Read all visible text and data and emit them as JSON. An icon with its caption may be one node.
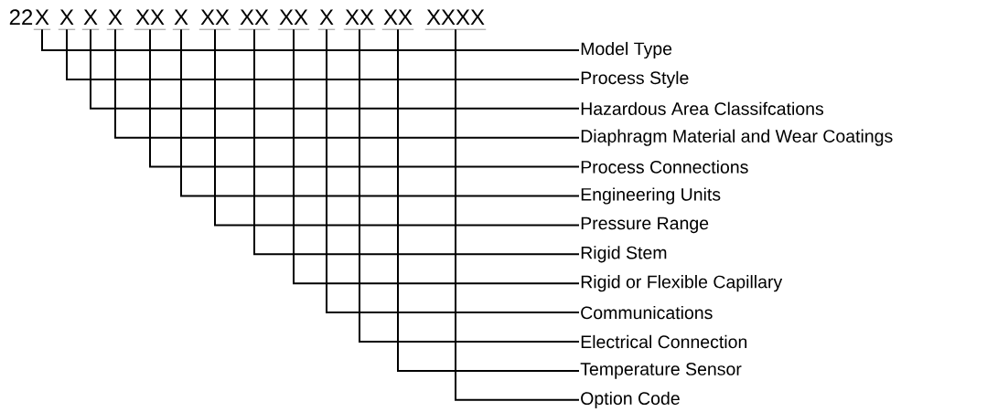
{
  "diagram": {
    "nodes": [
      {
        "text": [
          "X"
        ]
      },
      {
        "text": [
          "X"
        ]
      },
      {
        "text": [
          "X"
        ]
      },
      {
        "text": [
          "X"
        ]
      },
      {
        "text": [
          "XX"
        ]
      },
      {
        "text": [
          "X"
        ]
      },
      {
        "text": [
          "XX"
        ]
      },
      {
        "text": [
          "XX"
        ]
      },
      {
        "text": [
          "XX"
        ]
      },
      {
        "text": [
          "X"
        ]
      },
      {
        "text": [
          "XX"
        ]
      },
      {
        "text": [
          "XX"
        ]
      },
      {
        "text": [
          "XXXX"
        ]
      },
      {
        "text": [
          "Model Type"
        ]
      },
      {
        "text": [
          "Process Style"
        ]
      },
      {
        "text": [
          "Hazardous Area Classifcations"
        ]
      },
      {
        "text": [
          "Diaphragm Material and Wear Coatings"
        ]
      },
      {
        "text": [
          "Process Connections"
        ]
      },
      {
        "text": [
          "Engineering Units"
        ]
      },
      {
        "text": [
          "Pressure Range"
        ]
      },
      {
        "text": [
          "Rigid Stem"
        ]
      },
      {
        "text": [
          "Rigid or Flexible Capillary"
        ]
      },
      {
        "text": [
          "Communications"
        ]
      },
      {
        "text": [
          "Electrical Connection"
        ]
      },
      {
        "text": [
          "Temperature Sensor"
        ]
      },
      {
        "text": [
          "Option Code"
        ]
      }
    ],
    "edges": [
      {
        "from": 0,
        "to": 13,
        "arrow": "none"
      },
      {
        "from": 1,
        "to": 14,
        "arrow": "none"
      },
      {
        "from": 2,
        "to": 15,
        "arrow": "none"
      },
      {
        "from": 3,
        "to": 16,
        "arrow": "none"
      },
      {
        "from": 4,
        "to": 17,
        "arrow": "none"
      },
      {
        "from": 5,
        "to": 18,
        "arrow": "none"
      },
      {
        "from": 6,
        "to": 19,
        "arrow": "none"
      },
      {
        "from": 7,
        "to": 20,
        "arrow": "none"
      },
      {
        "from": 8,
        "to": 21,
        "arrow": "none"
      },
      {
        "from": 9,
        "to": 22,
        "arrow": "none"
      },
      {
        "from": 10,
        "to": 23,
        "arrow": "none"
      },
      {
        "from": 11,
        "to": 24,
        "arrow": "none"
      },
      {
        "from": 12,
        "to": 25,
        "arrow": "none"
      }
    ],
    "labels": [
      "22"
    ]
  }
}
